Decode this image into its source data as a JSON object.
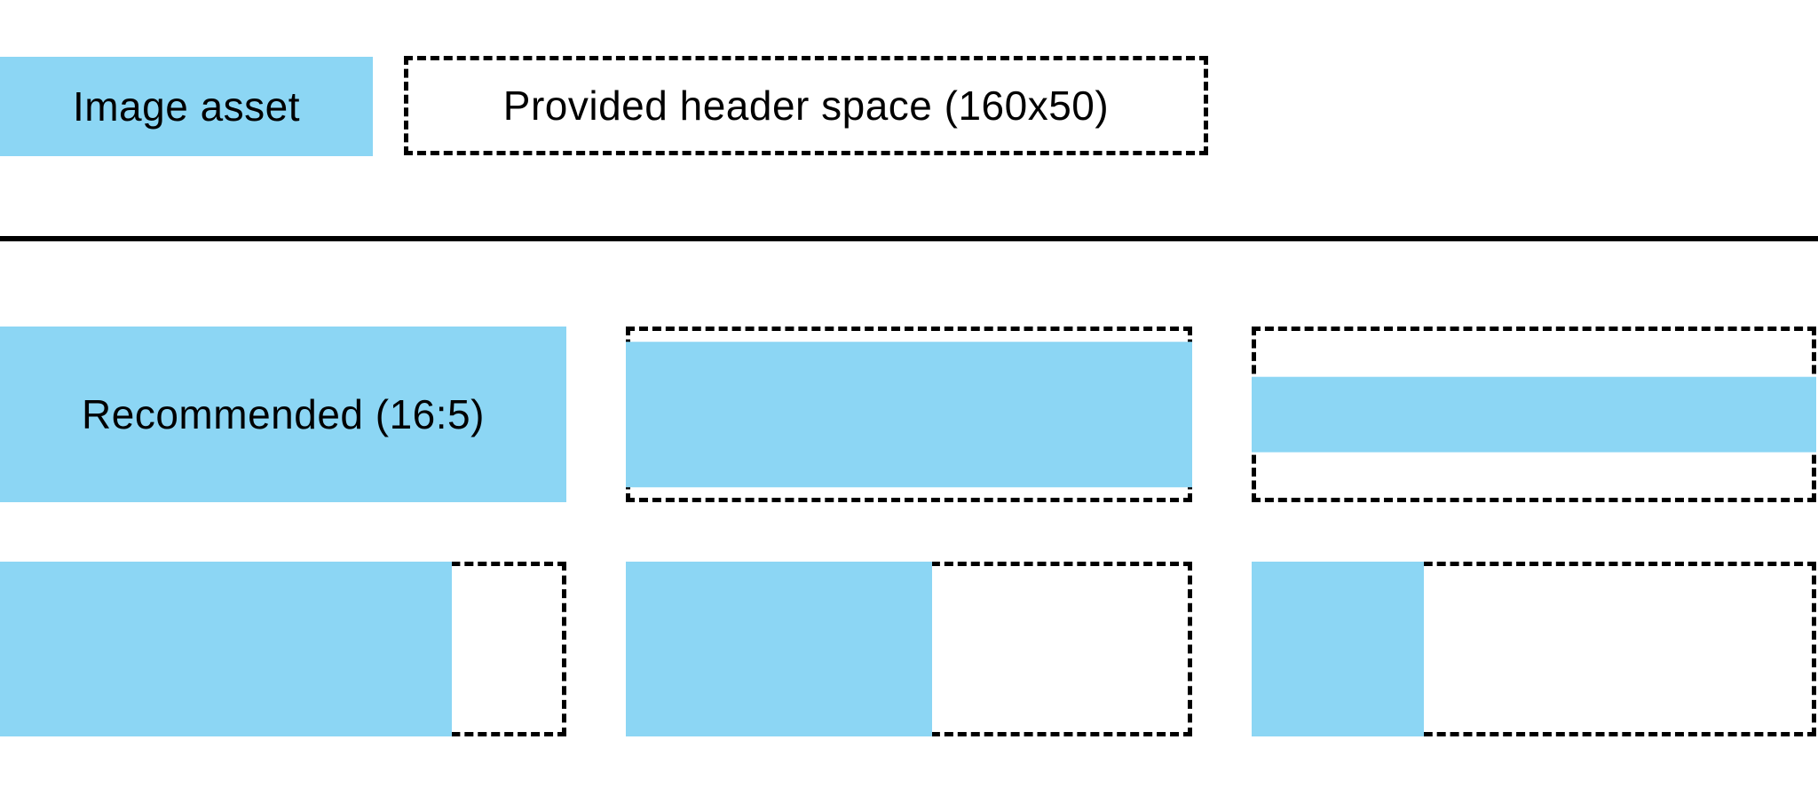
{
  "diagram": {
    "title_semantics": "Header image asset sizing guidance",
    "colors": {
      "asset": "#8CD6F4",
      "outline": "#000000",
      "divider": "#000000",
      "text": "#000000"
    },
    "legend": {
      "asset_label": "Image asset",
      "header_space_label": "Provided header space (160x50)"
    },
    "rows": [
      {
        "name": "full-width-letterbox-examples",
        "cells": [
          {
            "label": "Recommended (16:5)",
            "fill": {
              "width_pct": 100,
              "height_pct": 100
            }
          },
          {
            "label": "",
            "fill": {
              "width_pct": 100,
              "height_pct": 87
            }
          },
          {
            "label": "",
            "fill": {
              "width_pct": 100,
              "height_pct": 45
            }
          }
        ]
      },
      {
        "name": "partial-width-pillarbox-examples",
        "cells": [
          {
            "label": "",
            "fill": {
              "width_pct": 81,
              "height_pct": 100
            }
          },
          {
            "label": "",
            "fill": {
              "width_pct": 55,
              "height_pct": 100
            }
          },
          {
            "label": "",
            "fill": {
              "width_pct": 31,
              "height_pct": 100
            }
          }
        ]
      }
    ]
  }
}
